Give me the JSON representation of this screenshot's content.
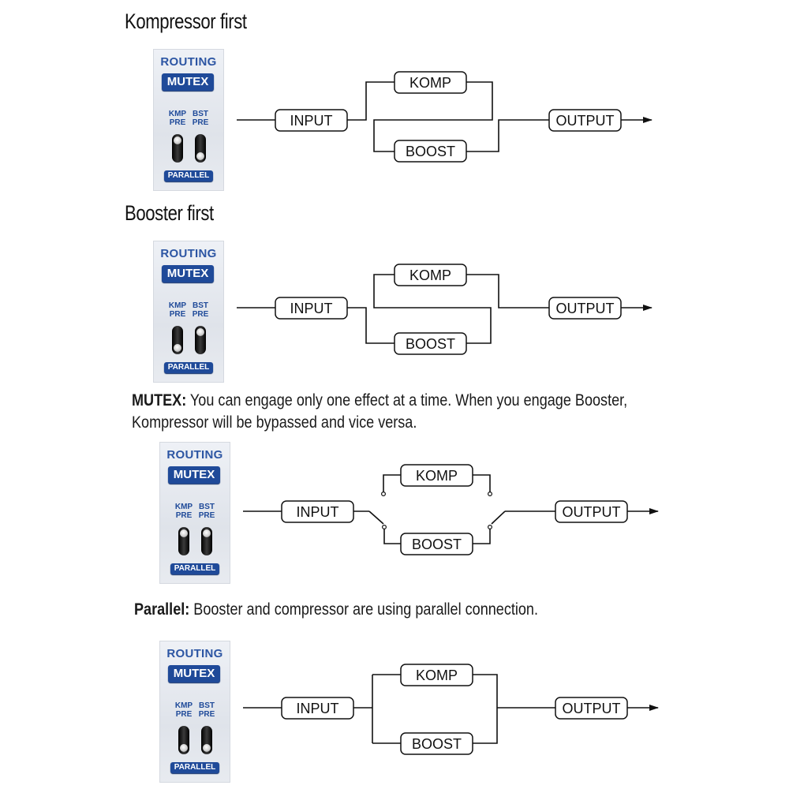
{
  "sections": [
    {
      "heading": "Kompressor first",
      "panel": {
        "routing": "ROUTING",
        "mode": "MUTEX",
        "kmp": [
          "KMP",
          "PRE"
        ],
        "bst": [
          "BST",
          "PRE"
        ],
        "parallel": "PARALLEL",
        "switch_kmp": "up",
        "switch_bst": "down"
      },
      "diagram": {
        "input": "INPUT",
        "komp": "KOMP",
        "boost": "BOOST",
        "output": "OUTPUT"
      }
    },
    {
      "heading": "Booster  first",
      "panel": {
        "routing": "ROUTING",
        "mode": "MUTEX",
        "kmp": [
          "KMP",
          "PRE"
        ],
        "bst": [
          "BST",
          "PRE"
        ],
        "parallel": "PARALLEL",
        "switch_kmp": "down",
        "switch_bst": "up"
      },
      "diagram": {
        "input": "INPUT",
        "komp": "KOMP",
        "boost": "BOOST",
        "output": "OUTPUT"
      }
    },
    {
      "description_term": "MUTEX:",
      "description_line1": " You can engage only one effect at a time. When you engage Booster,",
      "description_line2": "Kompressor will be bypassed and vice versa.",
      "panel": {
        "routing": "ROUTING",
        "mode": "MUTEX",
        "kmp": [
          "KMP",
          "PRE"
        ],
        "bst": [
          "BST",
          "PRE"
        ],
        "parallel": "PARALLEL",
        "switch_kmp": "up",
        "switch_bst": "up"
      },
      "diagram": {
        "input": "INPUT",
        "komp": "KOMP",
        "boost": "BOOST",
        "output": "OUTPUT"
      }
    },
    {
      "description_term": "Parallel:",
      "description_line1": " Booster and compressor are using parallel connection.",
      "panel": {
        "routing": "ROUTING",
        "mode": "MUTEX",
        "kmp": [
          "KMP",
          "PRE"
        ],
        "bst": [
          "BST",
          "PRE"
        ],
        "parallel": "PARALLEL",
        "switch_kmp": "down",
        "switch_bst": "down"
      },
      "diagram": {
        "input": "INPUT",
        "komp": "KOMP",
        "boost": "BOOST",
        "output": "OUTPUT"
      }
    }
  ]
}
